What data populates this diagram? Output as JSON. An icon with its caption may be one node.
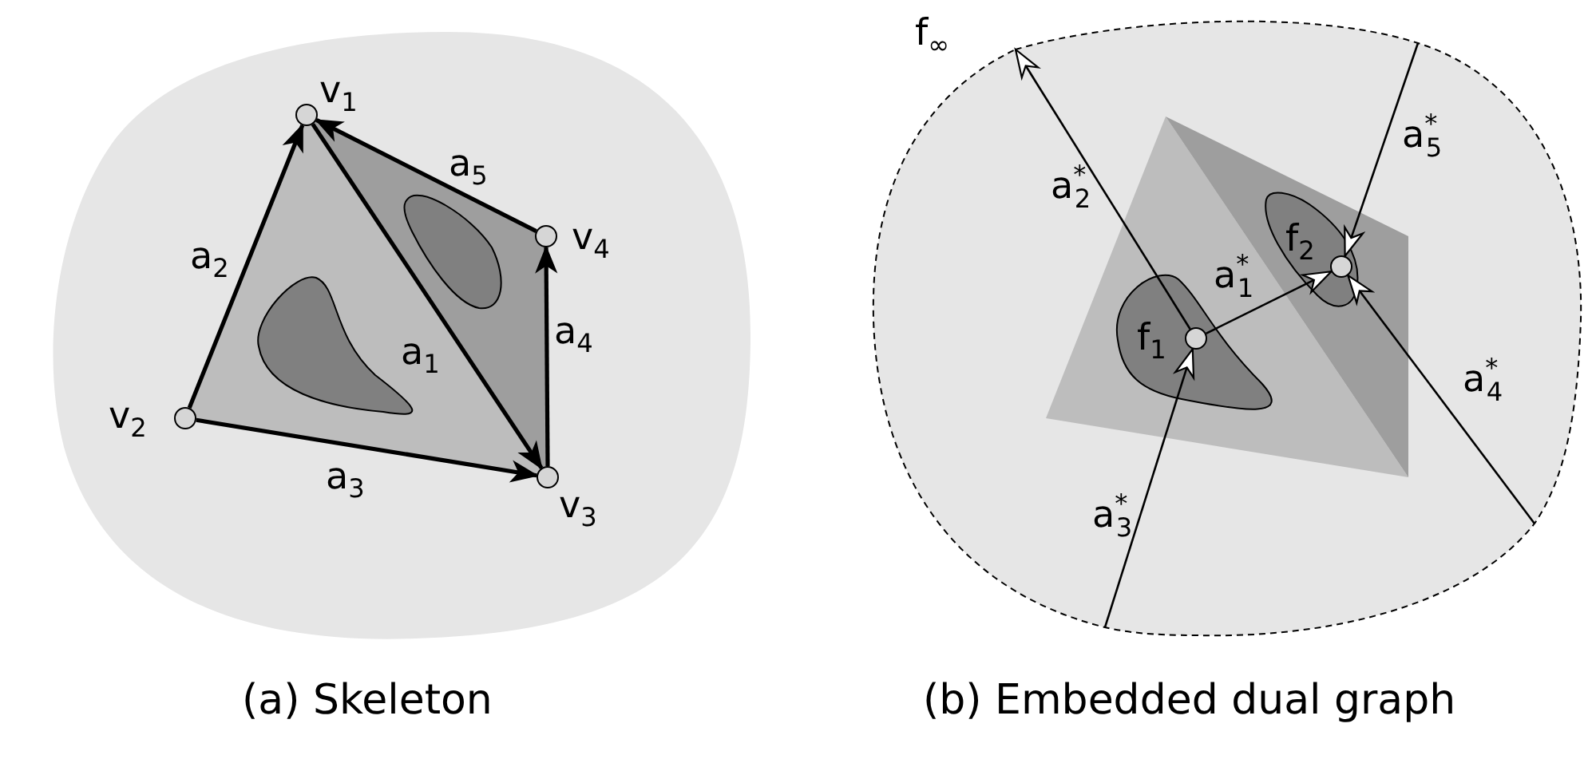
{
  "diagram": {
    "nodes": [
      {
        "text": [],
        "shape": "circle",
        "beside": [
          "v$_{1}$"
        ]
      },
      {
        "text": [],
        "shape": "circle",
        "beside": [
          "v$_{2}$"
        ]
      },
      {
        "text": [],
        "shape": "circle",
        "beside": [
          "v$_{3}$"
        ]
      },
      {
        "text": [],
        "shape": "circle",
        "beside": [
          "v$_{4}$"
        ]
      },
      {
        "text": [
          "f$_{∞}$"
        ]
      },
      {
        "text": [],
        "shape": "circle",
        "beside": [
          "f$_{1}$"
        ],
        "in": 4
      },
      {
        "text": [],
        "shape": "circle",
        "beside": [
          "f$_{2}$"
        ],
        "in": 4
      }
    ],
    "edges": [
      {
        "from": 1,
        "to": 0,
        "arrow": "to",
        "label": "a$_{2}$"
      },
      {
        "from": 3,
        "to": 0,
        "arrow": "to",
        "label": "a$_{5}$"
      },
      {
        "from": 0,
        "to": 2,
        "arrow": "to",
        "label": "a$_{1}$"
      },
      {
        "from": 2,
        "to": 3,
        "arrow": "to",
        "label": "a$_{4}$"
      },
      {
        "from": 1,
        "to": 2,
        "arrow": "to",
        "label": "a$_{3}$"
      },
      {
        "from": 5,
        "to": 4,
        "arrow": "to",
        "label": "a$^{*}$$_{2}$"
      },
      {
        "from": 4,
        "to": 6,
        "arrow": "to",
        "label": "a$^{*}$$_{5}$"
      },
      {
        "from": 5,
        "to": 6,
        "arrow": "to",
        "label": "a$^{*}$$_{1}$"
      },
      {
        "from": 4,
        "to": 6,
        "arrow": "to",
        "label": "a$^{*}$$_{4}$"
      },
      {
        "from": 4,
        "to": 5,
        "arrow": "to",
        "label": "a$^{*}$$_{3}$"
      }
    ],
    "labels": [
      "(a) Skeleton",
      "(b) Embedded dual graph"
    ]
  }
}
